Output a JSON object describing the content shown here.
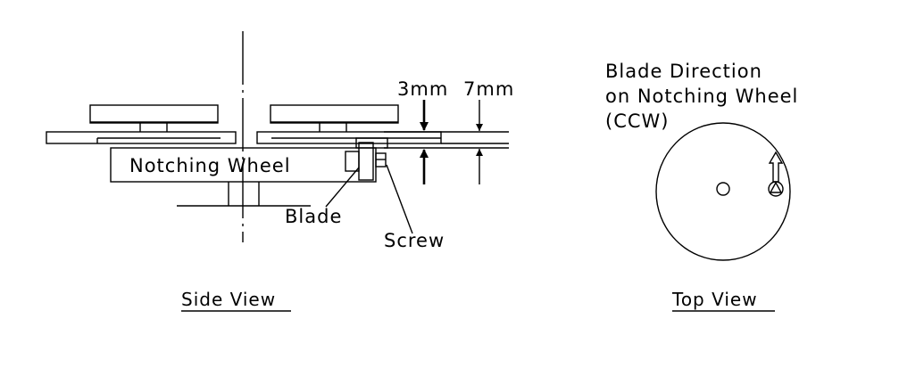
{
  "side_view": {
    "wheel_label": "Notching Wheel",
    "blade_label": "Blade",
    "screw_label": "Screw",
    "dim_3mm": "3mm",
    "dim_7mm": "7mm",
    "caption": "Side View"
  },
  "top_view": {
    "direction_line1": "Blade Direction",
    "direction_line2": "on Notching Wheel",
    "direction_line3": "(CCW)",
    "caption": "Top View"
  }
}
